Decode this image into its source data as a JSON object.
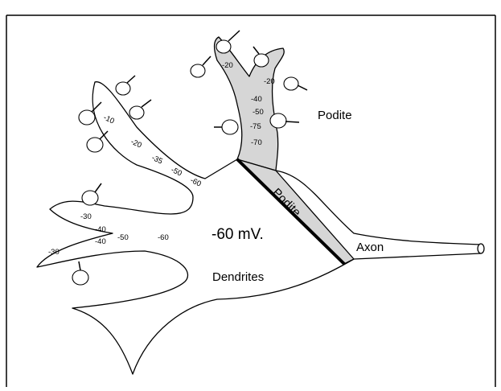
{
  "labels": {
    "podite_right": "Podite",
    "podite_strip": "Podite",
    "axon": "Axon",
    "membrane_potential": "-60 mV.",
    "dendrites": "Dendrites"
  },
  "potentials": {
    "upper_podite": [
      "-20",
      "-20",
      "-40",
      "-50",
      "-75",
      "-70"
    ],
    "upper_dendrite": [
      "-10",
      "-20",
      "-35",
      "-50",
      "-60"
    ],
    "lower_dendrite_a": [
      "-30",
      "-40",
      "-50",
      "-60"
    ],
    "lower_dendrite_b": [
      "-40",
      "-30"
    ]
  },
  "colors": {
    "shaded_region": "#d6d6d6",
    "line": "#000000",
    "background": "#ffffff"
  },
  "icons": [
    "synapse-bulb-icon"
  ]
}
